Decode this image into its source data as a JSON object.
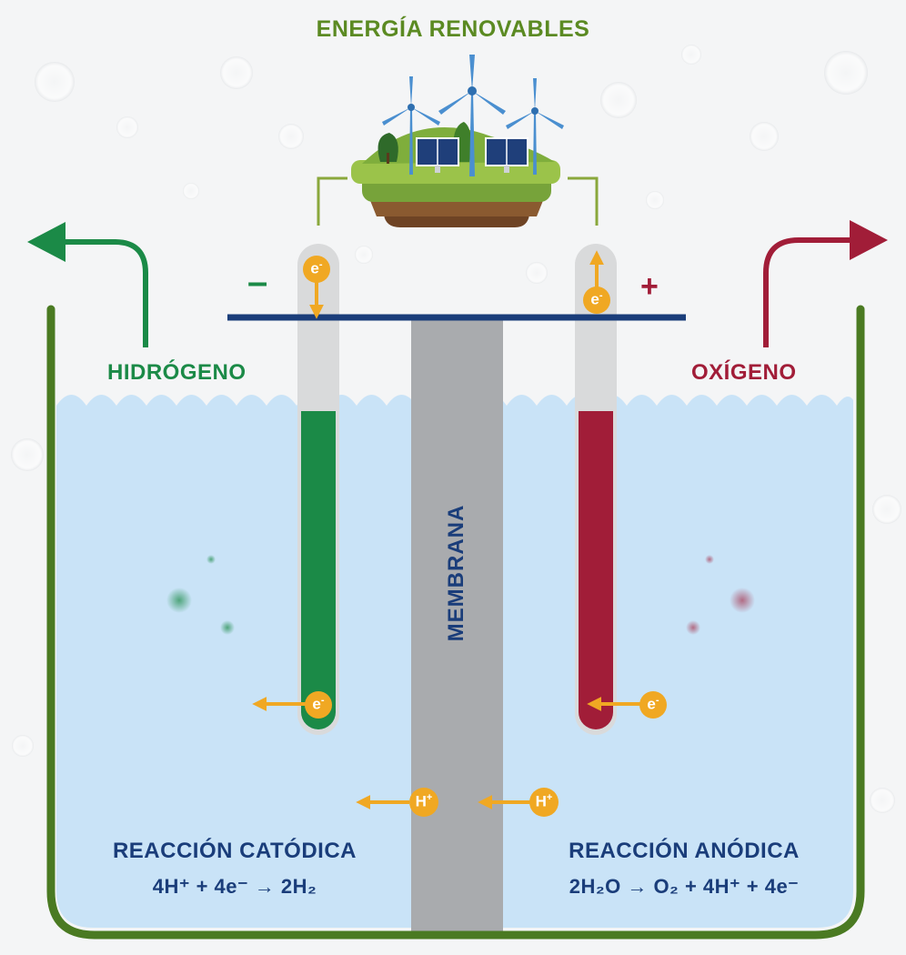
{
  "title": "ENERGÍA RENOVABLES",
  "labels": {
    "hydrogen": "HIDRÓGENO",
    "oxygen": "OXÍGENO",
    "membrane": "MEMBRANA",
    "negative": "–",
    "positive": "+"
  },
  "reactions": {
    "cathodic_title": "REACCIÓN CATÓDICA",
    "cathodic_eq": "4H⁺ + 4e⁻ → 2H₂",
    "anodic_title": "REACCIÓN ANÓDICA",
    "anodic_eq": "2H₂O → O₂ + 4H⁺ + 4e⁻"
  },
  "tokens": {
    "electron": "e",
    "proton": "H"
  },
  "colors": {
    "hydrogen_green": "#1b8a47",
    "oxygen_red": "#a11d38",
    "navy": "#1a3d7a",
    "water": "#c9e3f7",
    "membrane_gray": "#a9abae",
    "token_orange": "#f0a823",
    "tank_green": "#4a7a22"
  },
  "icons": [
    "wind-turbine-icon",
    "solar-panel-icon",
    "tree-icon",
    "arrow-icon"
  ]
}
